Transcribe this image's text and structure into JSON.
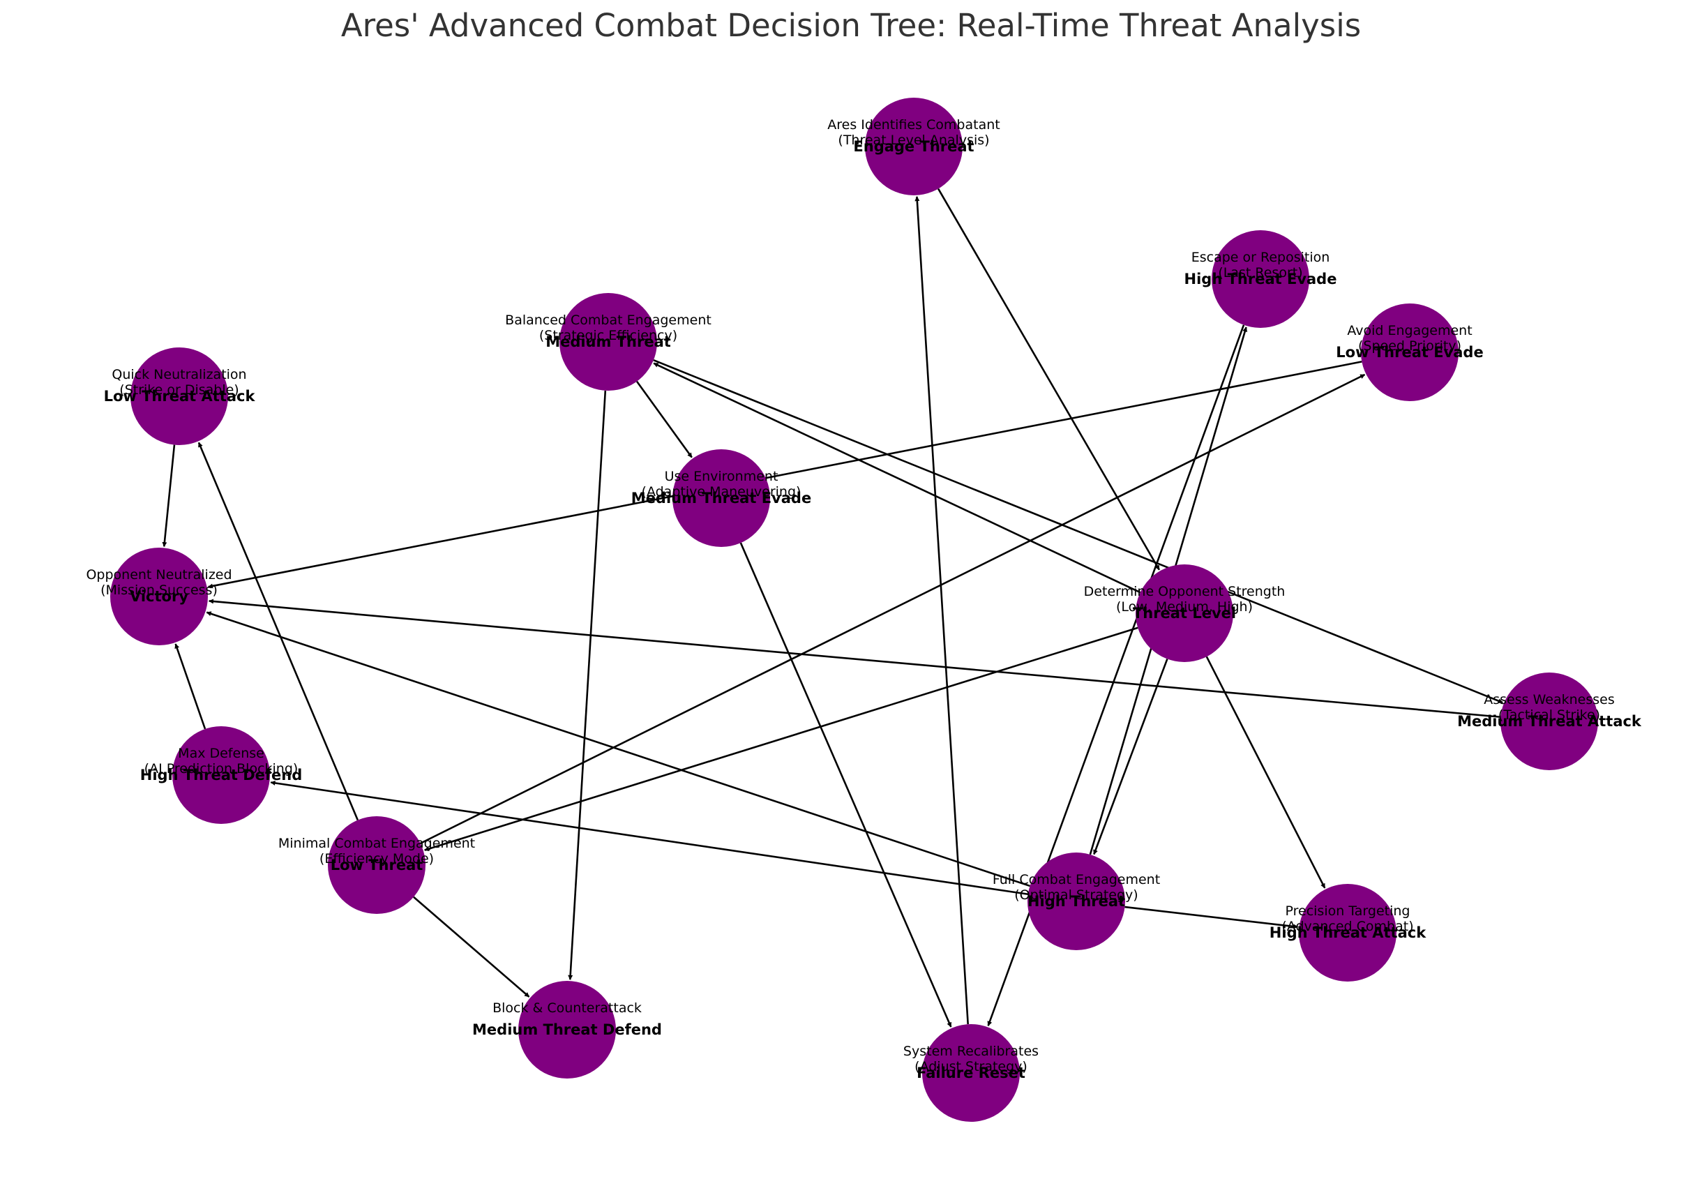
{
  "title": "Ares' Advanced Combat Decision Tree: Real-Time Threat Analysis",
  "colors": {
    "node_fill": "#800080",
    "edge": "#000000",
    "title": "#333333",
    "background": "#ffffff"
  },
  "nodes": [
    {
      "id": "Engage Threat",
      "label": [
        "Ares Identifies Combatant",
        "(Threat Level Analysis)"
      ]
    },
    {
      "id": "High Threat Evade",
      "label": [
        "Escape or Reposition",
        "(Last Resort)"
      ]
    },
    {
      "id": "Low Threat Evade",
      "label": [
        "Avoid Engagement",
        "(Speed Priority)"
      ]
    },
    {
      "id": "Medium Threat",
      "label": [
        "Balanced Combat Engagement",
        "(Strategic Efficiency)"
      ]
    },
    {
      "id": "Low Threat Attack",
      "label": [
        "Quick Neutralization",
        "(Strike or Disable)"
      ]
    },
    {
      "id": "Medium Threat Evade",
      "label": [
        "Use Environment",
        "(Adaptive Maneuvering)"
      ]
    },
    {
      "id": "Victory",
      "label": [
        "Opponent Neutralized",
        "(Mission Success)"
      ]
    },
    {
      "id": "Threat Level",
      "label": [
        "Determine Opponent Strength",
        "(Low, Medium, High)"
      ]
    },
    {
      "id": "Medium Threat Attack",
      "label": [
        "Assess Weaknesses",
        "(Tactical Strike)"
      ]
    },
    {
      "id": "High Threat Defend",
      "label": [
        "Max Defense",
        "(AI Prediction Blocking)"
      ]
    },
    {
      "id": "Low Threat",
      "label": [
        "Minimal Combat Engagement",
        "(Efficiency Mode)"
      ]
    },
    {
      "id": "High Threat",
      "label": [
        "Full Combat Engagement",
        "(Optimal Strategy)"
      ]
    },
    {
      "id": "High Threat Attack",
      "label": [
        "Precision Targeting",
        "(Advanced Combat)"
      ]
    },
    {
      "id": "Medium Threat Defend",
      "label": [
        "Block & Counterattack",
        ""
      ]
    },
    {
      "id": "Failure Reset",
      "label": [
        "System Recalibrates",
        "(Adjust Strategy)"
      ]
    }
  ],
  "edges": [
    [
      "Engage Threat",
      "Threat Level"
    ],
    [
      "Threat Level",
      "Low Threat"
    ],
    [
      "Threat Level",
      "Medium Threat"
    ],
    [
      "Threat Level",
      "High Threat"
    ],
    [
      "Low Threat",
      "Low Threat Attack"
    ],
    [
      "Low Threat",
      "Low Threat Evade"
    ],
    [
      "Low Threat",
      "Medium Threat Defend"
    ],
    [
      "Medium Threat",
      "Medium Threat Attack"
    ],
    [
      "Medium Threat",
      "Medium Threat Evade"
    ],
    [
      "Medium Threat",
      "Medium Threat Defend"
    ],
    [
      "High Threat",
      "High Threat Attack"
    ],
    [
      "High Threat",
      "High Threat Evade"
    ],
    [
      "High Threat",
      "High Threat Defend"
    ],
    [
      "High Threat",
      "Victory"
    ],
    [
      "Low Threat Attack",
      "Victory"
    ],
    [
      "Low Threat Evade",
      "Victory"
    ],
    [
      "Medium Threat Attack",
      "Victory"
    ],
    [
      "Medium Threat Evade",
      "Failure Reset"
    ],
    [
      "High Threat Defend",
      "Victory"
    ],
    [
      "High Threat Evade",
      "Failure Reset"
    ],
    [
      "Threat Level",
      "High Threat Attack"
    ],
    [
      "Failure Reset",
      "Engage Threat"
    ]
  ]
}
